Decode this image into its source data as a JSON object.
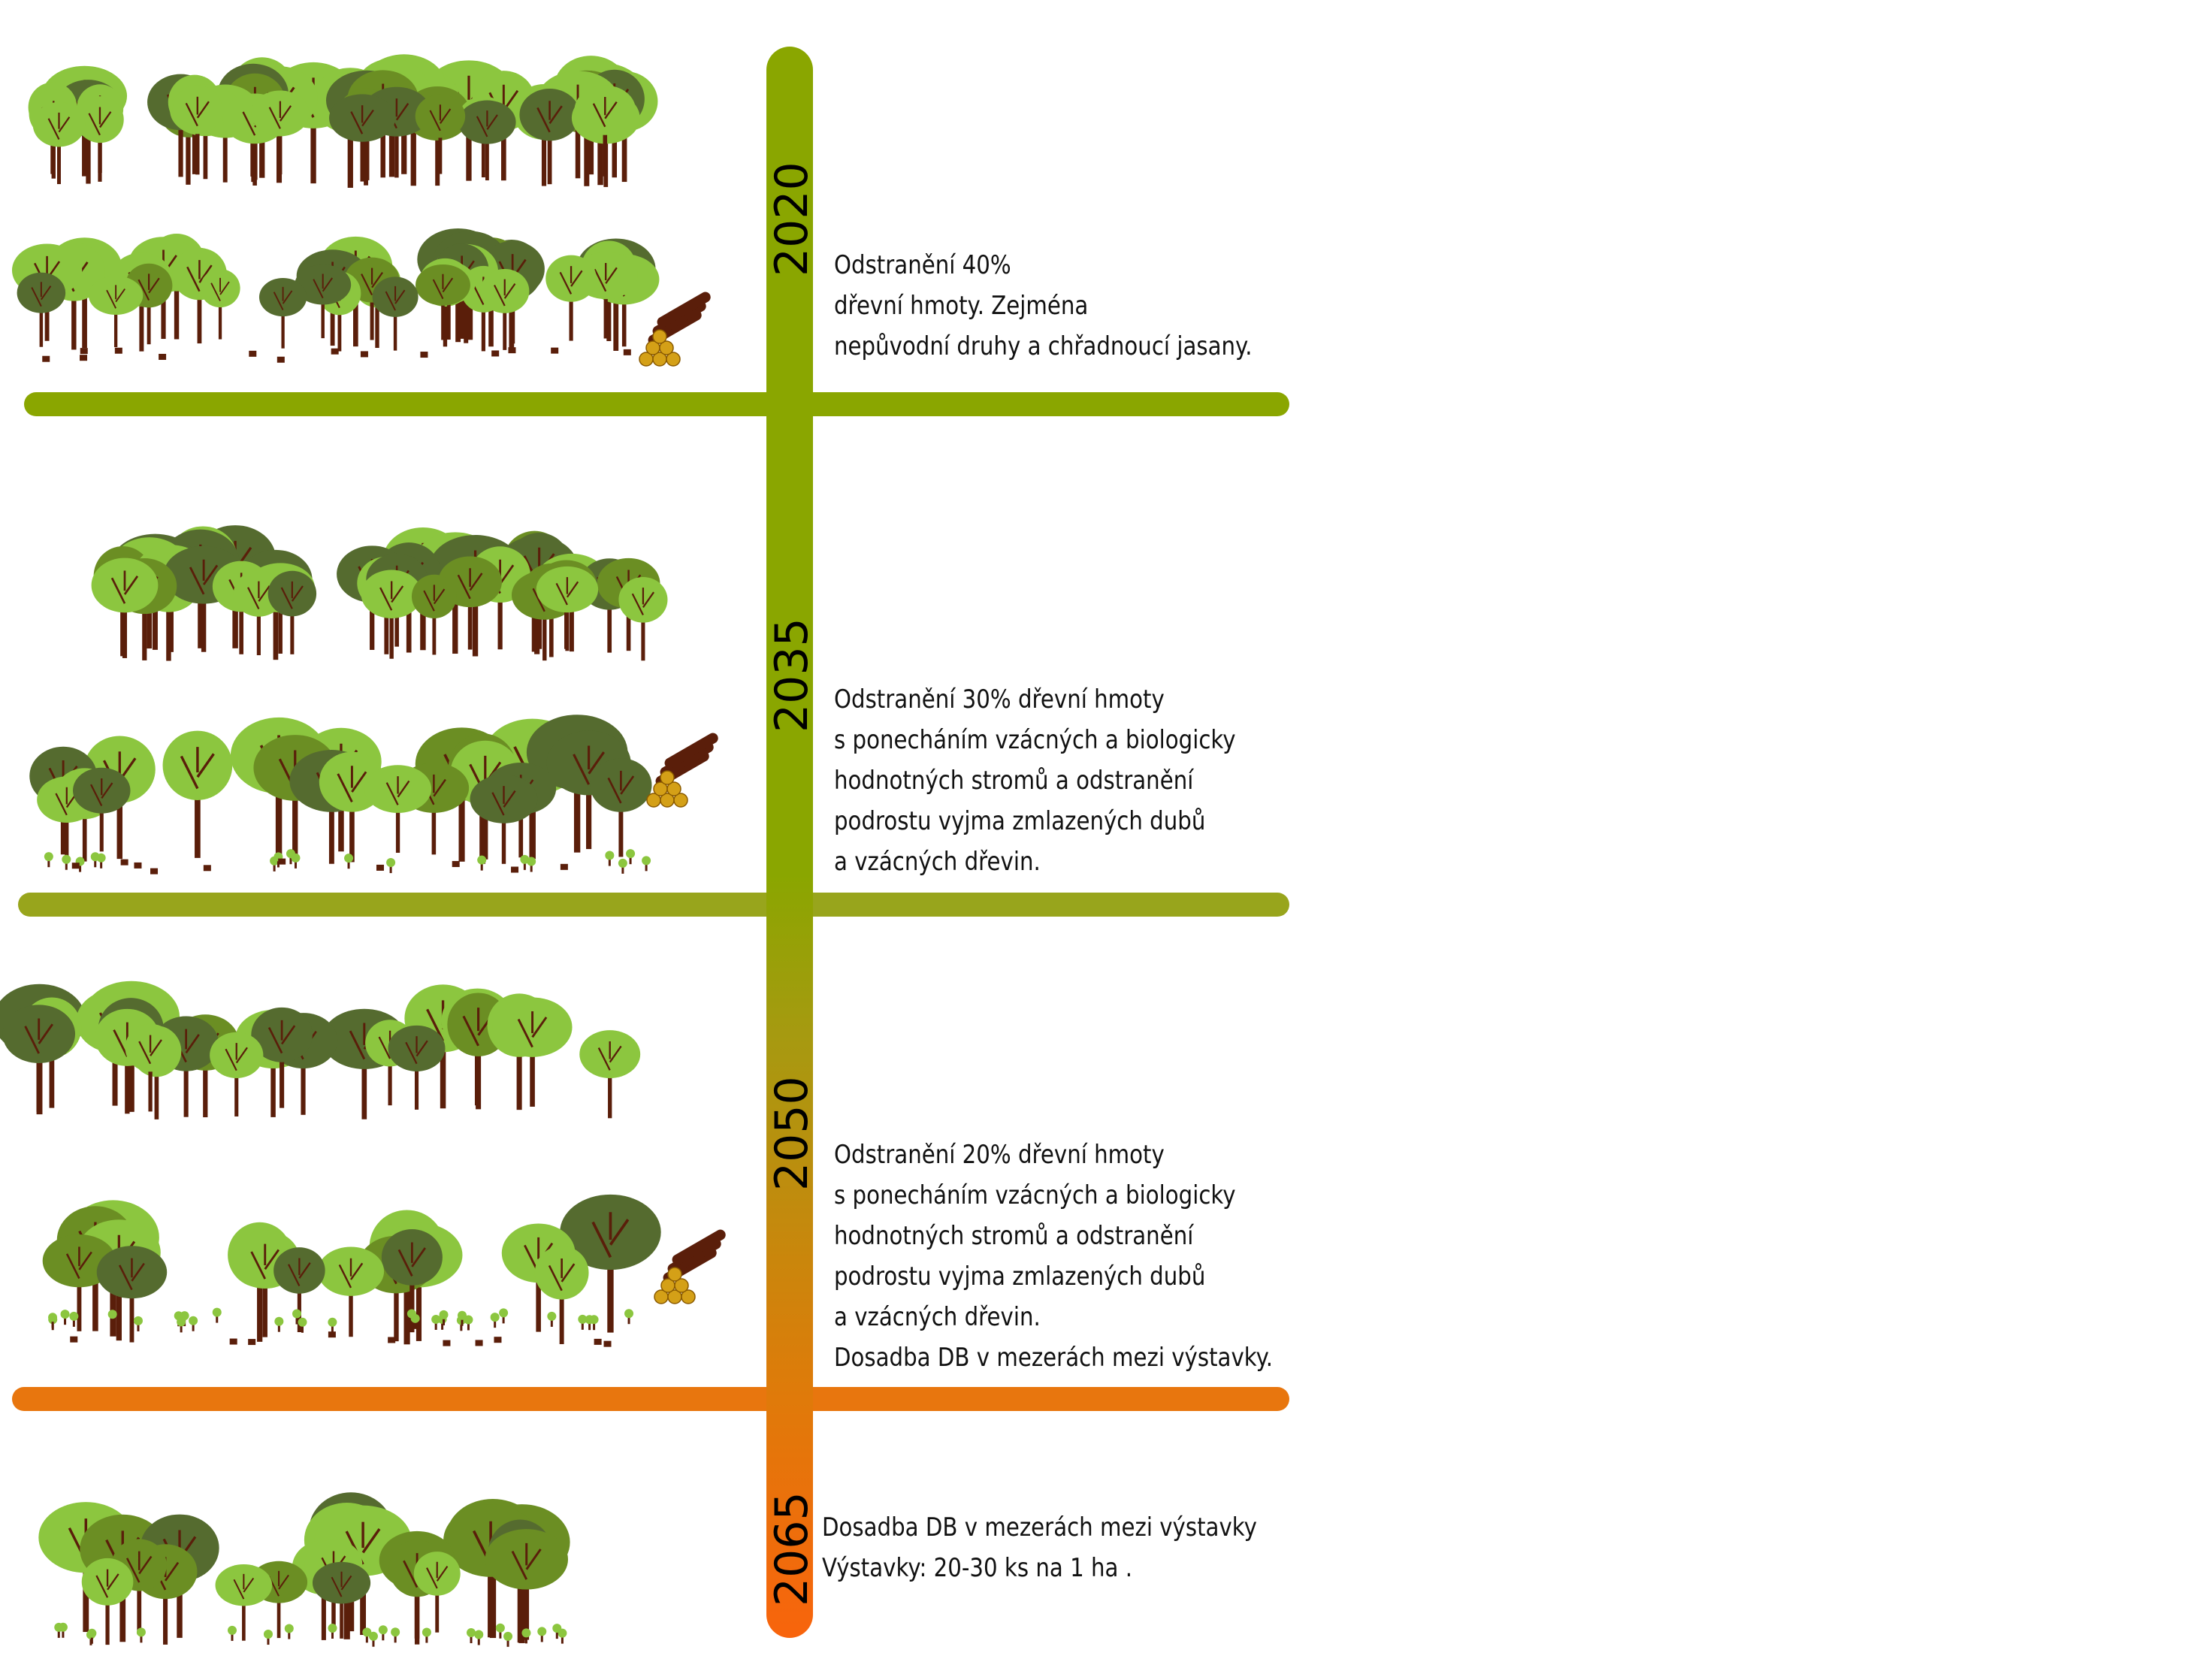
{
  "colors": {
    "axis_top": "#8aa600",
    "axis_mid": "#9aa014",
    "axis_bottom": "#f06a0c",
    "separator_1": "#8aa600",
    "separator_2": "#98a51c",
    "separator_3": "#e8760e",
    "leaf_light": "#8cc63f",
    "leaf_mid": "#6b8e23",
    "leaf_dark": "#556b2f",
    "trunk": "#5a1e0a",
    "log": "#d4a017"
  },
  "timeline": {
    "periods": [
      {
        "year": "2020",
        "lines": [
          "Odstranění 40%",
          "dřevní hmoty. Zejména",
          "nepůvodní druhy a chřadnoucí jasany."
        ]
      },
      {
        "year": "2035",
        "lines": [
          "Odstranění 30% dřevní hmoty",
          "s ponecháním vzácných a biologicky",
          "hodnotných stromů a odstranění",
          "podrostu vyjma zmlazených dubů",
          "a vzácných dřevin."
        ]
      },
      {
        "year": "2050",
        "lines": [
          "Odstranění 20% dřevní hmoty",
          "s ponecháním vzácných a biologicky",
          "hodnotných stromů a odstranění",
          "podrostu vyjma zmlazených dubů",
          "a vzácných dřevin.",
          "Dosadba DB v mezerách mezi výstavky."
        ]
      },
      {
        "year": "2065",
        "lines": [
          "Dosadba DB v mezerách mezi výstavky",
          "Výstavky: 20-30 ks na 1 ha ."
        ]
      }
    ]
  }
}
